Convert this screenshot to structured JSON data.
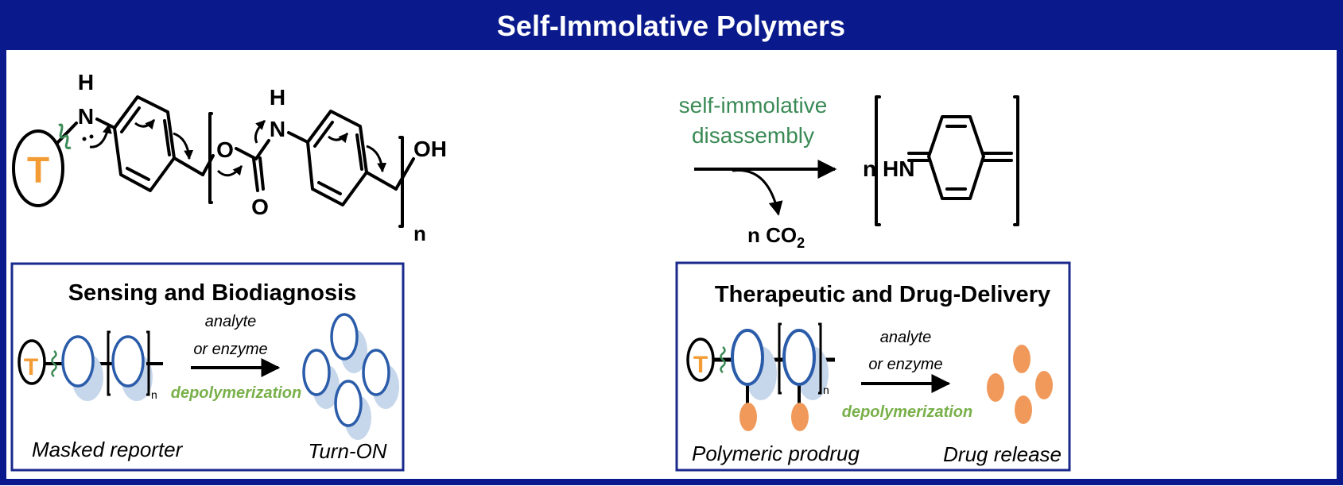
{
  "title": "Self-Immolative Polymers",
  "colors": {
    "frame": "#0a1a8c",
    "green_label": "#3a8a55",
    "depoly_green": "#79b04a",
    "trigger_orange": "#f39c35",
    "unit_blue": "#2a5caa",
    "shadow_blue": "#c6d6eb",
    "drug_orange": "#f0995a"
  },
  "scheme": {
    "trigger": "T",
    "atoms": {
      "h1": "H",
      "n1": "N",
      "o1": "O",
      "h2": "H",
      "n2": "N",
      "o2": "O",
      "oh": "OH",
      "n_sub": "n"
    },
    "arrow_label_1": "self-immolative",
    "arrow_label_2": "disassembly",
    "byproduct_n": "n CO",
    "byproduct_sub": "2",
    "product_n": "n",
    "product_hn": "HN"
  },
  "panels": [
    {
      "title": "Sensing and Biodiagnosis",
      "trigger": "T",
      "n": "n",
      "arrow_top_1": "analyte",
      "arrow_top_2": "or enzyme",
      "arrow_bottom": "depolymerization",
      "left_caption": "Masked reporter",
      "right_caption": "Turn-ON"
    },
    {
      "title": "Therapeutic and Drug-Delivery",
      "trigger": "T",
      "n": "n",
      "arrow_top_1": "analyte",
      "arrow_top_2": "or enzyme",
      "arrow_bottom": "depolymerization",
      "left_caption": "Polymeric prodrug",
      "right_caption": "Drug release"
    }
  ]
}
